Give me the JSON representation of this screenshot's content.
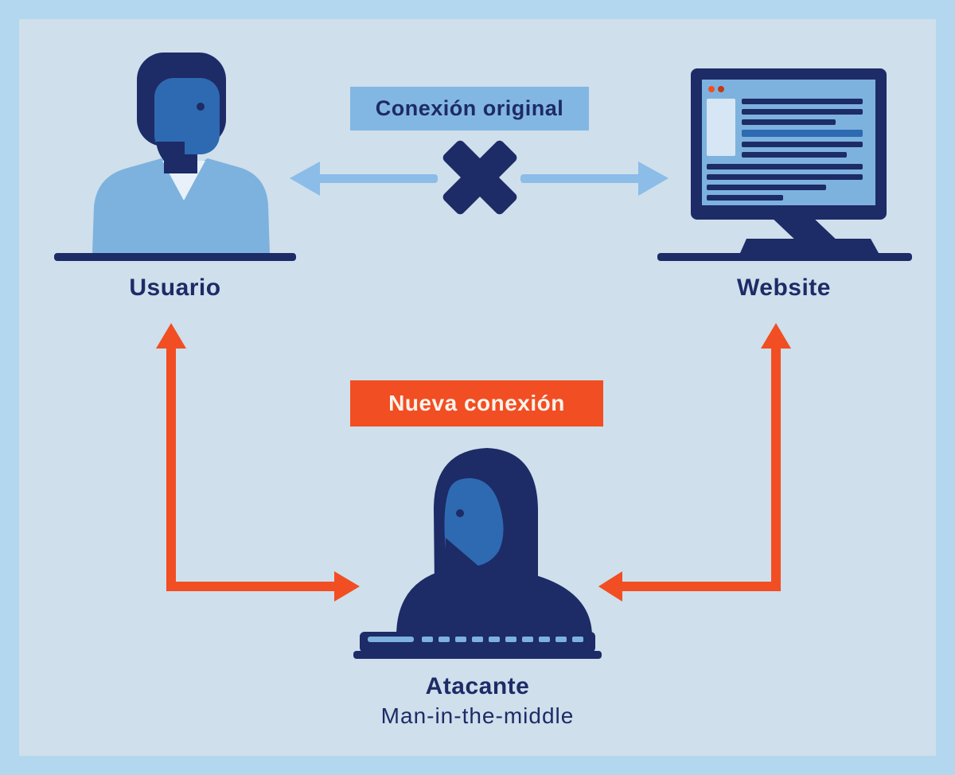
{
  "diagram": {
    "original_connection": {
      "label": "Conexión original"
    },
    "new_connection": {
      "label": "Nueva conexión"
    },
    "user": {
      "label": "Usuario"
    },
    "website": {
      "label": "Website"
    },
    "attacker": {
      "label": "Atacante",
      "sublabel": "Man-in-the-middle"
    }
  },
  "colors": {
    "navy": "#1d2b67",
    "face_blue": "#2e6ab1",
    "shirt_blue": "#7db2de",
    "arrow_blue": "#8cbce8",
    "label_blue": "#83b7e3",
    "orange": "#f14e23",
    "background": "#cfdfeb",
    "frame": "#b4d7f0",
    "collar_white": "#e8f1f9",
    "screen_panel": "#d6e6f4",
    "label_text_light": "#fdf3ec"
  }
}
